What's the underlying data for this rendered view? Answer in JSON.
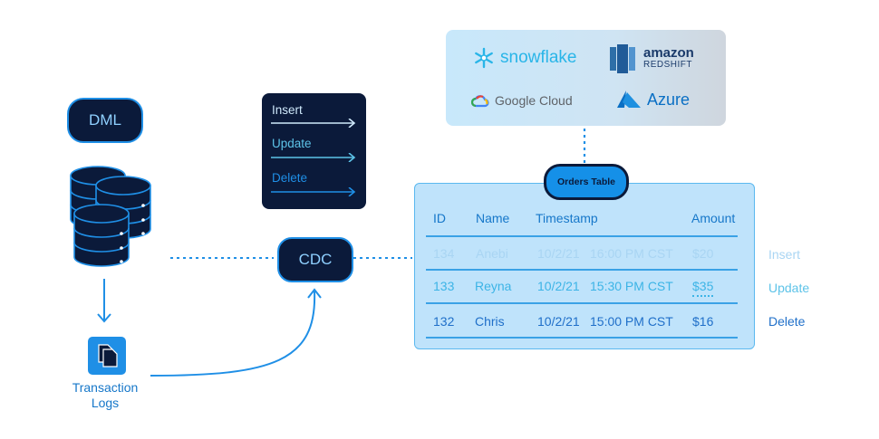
{
  "dml": "DML",
  "cdc": "CDC",
  "transaction_logs": [
    "Transaction",
    "Logs"
  ],
  "operations": [
    "Insert",
    "Update",
    "Delete"
  ],
  "clouds": {
    "snowflake": "snowflake",
    "amazon": "amazon",
    "redshift": "REDSHIFT",
    "google": "Google Cloud",
    "azure": "Azure"
  },
  "orders_table": {
    "title": "Orders Table",
    "columns": [
      "ID",
      "Name",
      "Timestamp",
      "Amount"
    ],
    "rows": [
      {
        "id": "134",
        "name": "Anebi",
        "date": "10/2/21",
        "time": "16:00 PM CST",
        "amount": "$20",
        "op": "Insert"
      },
      {
        "id": "133",
        "name": "Reyna",
        "date": "10/2/21",
        "time": "15:30 PM CST",
        "amount": "$35",
        "op": "Update"
      },
      {
        "id": "132",
        "name": "Chris",
        "date": "10/2/21",
        "time": "15:00 PM CST",
        "amount": "$16",
        "op": "Delete"
      }
    ]
  },
  "colors": {
    "navy": "#0b1a3a",
    "accent": "#1f8fe6",
    "insert": "#a9d5f3",
    "update": "#5dc3e8",
    "delete": "#1f6fc9"
  }
}
